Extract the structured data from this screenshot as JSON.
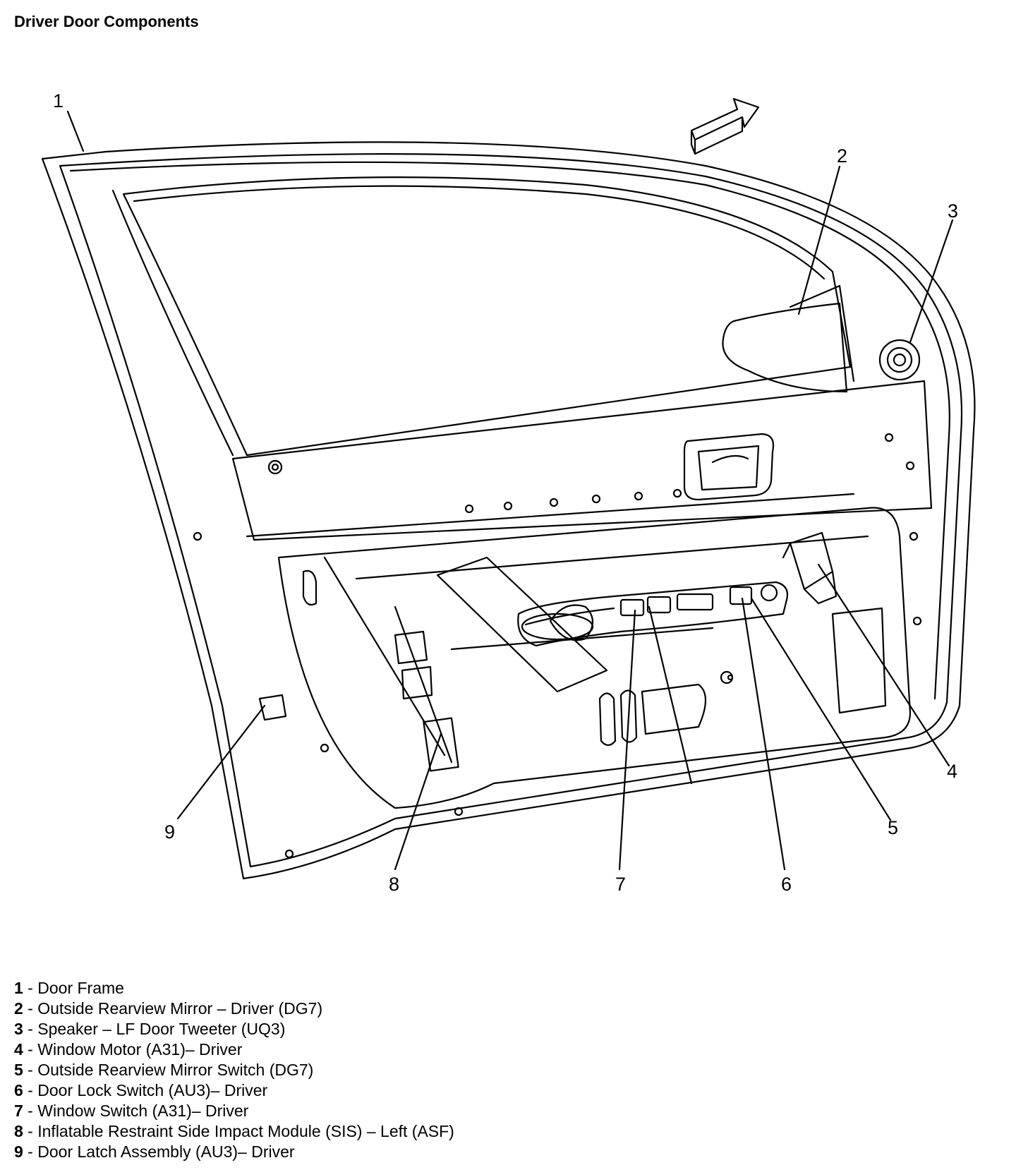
{
  "title": "Driver Door Components",
  "callouts": [
    "1",
    "2",
    "3",
    "4",
    "5",
    "6",
    "7",
    "8",
    "9"
  ],
  "legend": [
    {
      "num": "1",
      "sep": " - ",
      "label": "Door Frame"
    },
    {
      "num": "2",
      "sep": " - ",
      "label": "Outside Rearview Mirror – Driver (DG7)"
    },
    {
      "num": "3",
      "sep": " - ",
      "label": "Speaker – LF Door Tweeter (UQ3)"
    },
    {
      "num": "4",
      "sep": " - ",
      "label": "Window Motor (A31)– Driver"
    },
    {
      "num": "5",
      "sep": " - ",
      "label": "Outside Rearview Mirror Switch (DG7)"
    },
    {
      "num": "6",
      "sep": " - ",
      "label": "Door Lock Switch (AU3)– Driver"
    },
    {
      "num": "7",
      "sep": " - ",
      "label": "Window Switch (A31)– Driver"
    },
    {
      "num": "8",
      "sep": " - ",
      "label": "Inflatable Restraint Side Impact Module (SIS) – Left (ASF)"
    },
    {
      "num": "9",
      "sep": " - ",
      "label": "Door Latch Assembly (AU3)– Driver"
    }
  ]
}
